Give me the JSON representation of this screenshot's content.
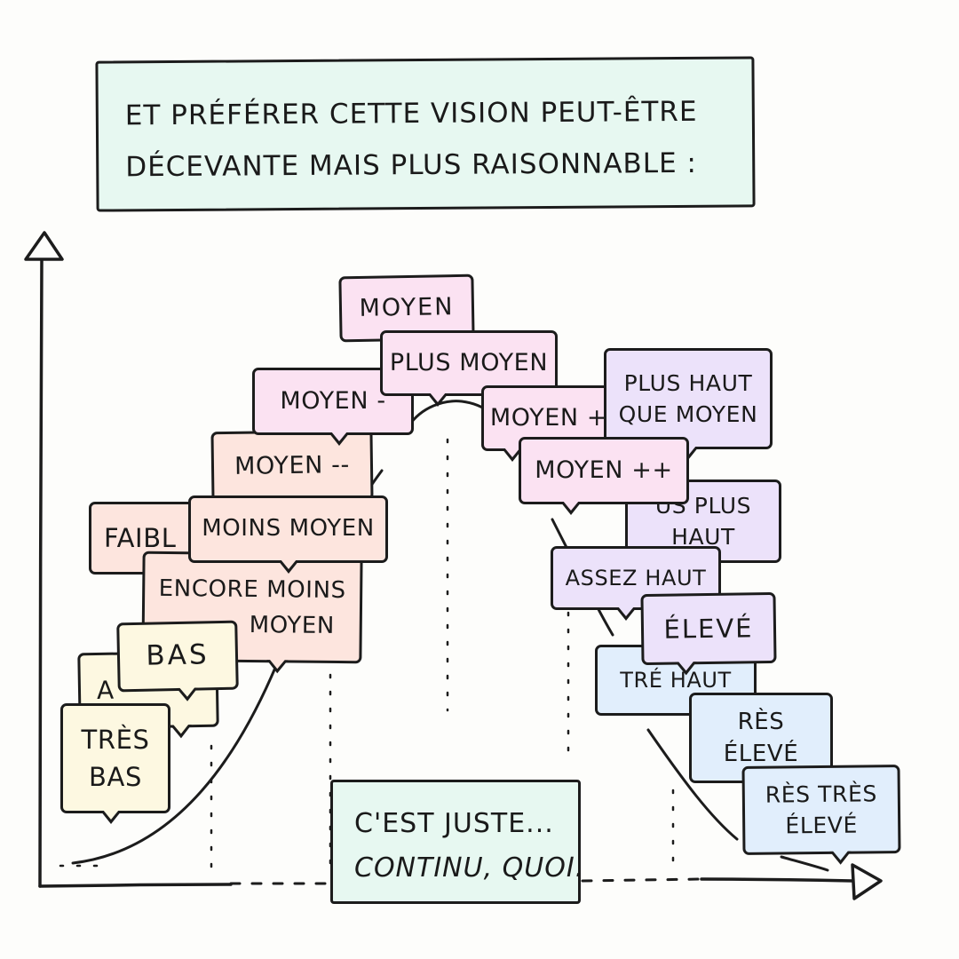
{
  "title": {
    "line1": "Et préférer cette vision peut-être",
    "line2": "décevante mais plus raisonnable :"
  },
  "caption": {
    "line1": "C'est juste...",
    "line2": "continu, quoi."
  },
  "bubbles": {
    "assez_bas": {
      "lines": [
        "A"
      ]
    },
    "bas": {
      "lines": [
        "Bas"
      ]
    },
    "tres_bas": {
      "lines": [
        "Très",
        "bas"
      ]
    },
    "faible": {
      "lines": [
        "Faibl"
      ]
    },
    "encore_moins_moyen": {
      "lines": [
        "Encore moins",
        "moyen"
      ]
    },
    "moins_moyen": {
      "lines": [
        "Moins moyen"
      ]
    },
    "moyen_moins_moins": {
      "lines": [
        "Moyen --"
      ]
    },
    "moyen_moins": {
      "lines": [
        "Moyen -"
      ]
    },
    "moyen": {
      "lines": [
        "Moyen"
      ]
    },
    "plus_moyen": {
      "lines": [
        "Plus moyen"
      ]
    },
    "moyen_plus": {
      "lines": [
        "Moyen +"
      ]
    },
    "plus_haut_que_moyen": {
      "lines": [
        "Plus haut",
        "que moyen"
      ]
    },
    "moyen_plus_plus": {
      "lines": [
        "Moyen ++"
      ]
    },
    "de_plus_en_plus_haut": {
      "lines": [
        "us plus",
        "haut"
      ]
    },
    "assez_haut": {
      "lines": [
        "Assez haut"
      ]
    },
    "eleve": {
      "lines": [
        "Élevé"
      ]
    },
    "tres_haut": {
      "lines": [
        "Tré haut"
      ]
    },
    "tres_eleve": {
      "lines": [
        "rès",
        "élevé"
      ]
    },
    "tres_tres_eleve": {
      "lines": [
        "rès très",
        "élevé"
      ]
    }
  },
  "colors": {
    "title_fill": "#e7f8f1",
    "low_fill": "#fdf8e1",
    "below_mid_fill": "#fde5de",
    "mid_fill": "#fbe2f2",
    "above_mid_fill": "#ece2fa",
    "high_fill": "#e1eefc"
  }
}
